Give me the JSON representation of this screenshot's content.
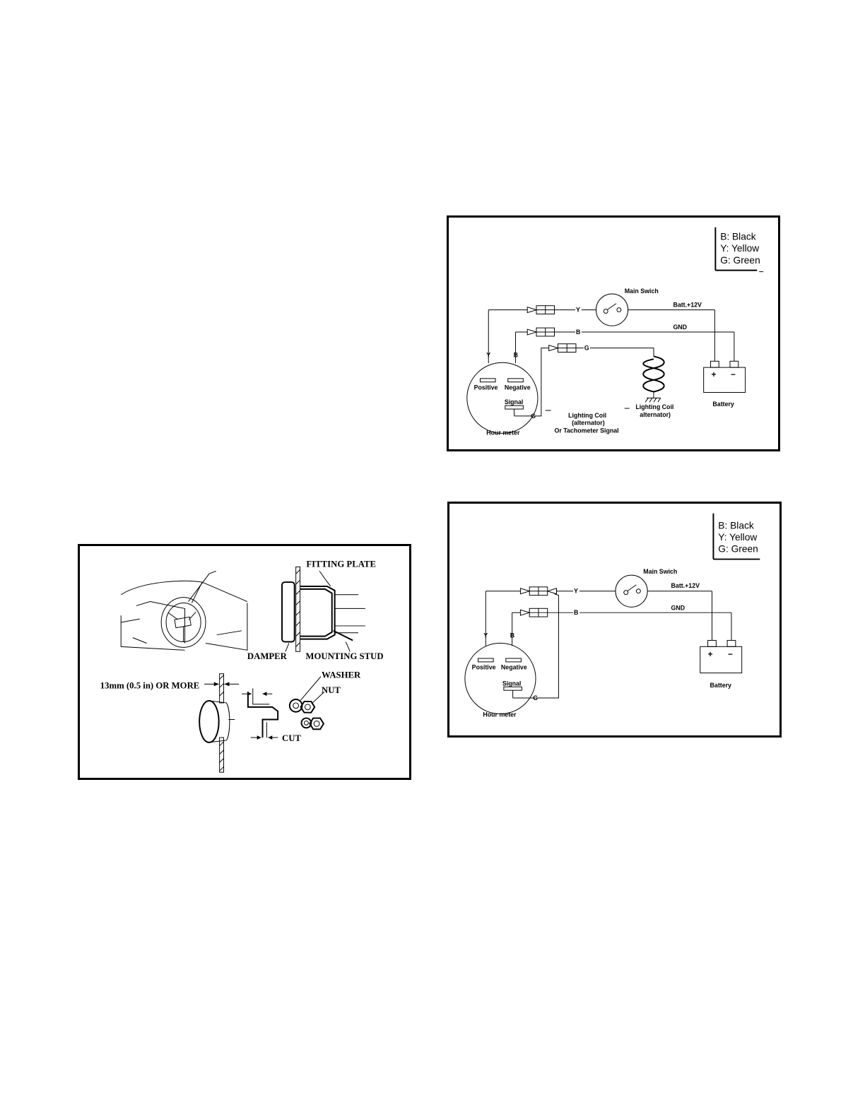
{
  "wiring_diagram_1": {
    "legend": [
      "B: Black",
      "Y: Yellow",
      "G: Green"
    ],
    "main_switch": "Main Swich",
    "batt": "Batt.+12V",
    "gnd": "GND",
    "wire_y": "Y",
    "wire_b": "B",
    "wire_g": "G",
    "positive": "Positive",
    "negative": "Negative",
    "signal": "Signal",
    "hour_meter": "Hour meter",
    "battery": "Battery",
    "plus": "+",
    "minus": "−",
    "coil_label_1": "Lighting Coil",
    "coil_label_2": "alternator)",
    "signal_source_1": "Lighting Coil",
    "signal_source_2": "(alternator)",
    "signal_source_3": "Or Tachometer Signal"
  },
  "wiring_diagram_2": {
    "legend": [
      "B: Black",
      "Y: Yellow",
      "G: Green"
    ],
    "main_switch": "Main Swich",
    "batt": "Batt.+12V",
    "gnd": "GND",
    "wire_y": "Y",
    "wire_b": "B",
    "wire_g": "G",
    "positive": "Positive",
    "negative": "Negative",
    "signal": "Signal",
    "hour_meter": "Hour meter",
    "battery": "Battery",
    "plus": "+",
    "minus": "−"
  },
  "mounting_diagram": {
    "fitting_plate": "FITTING PLATE",
    "damper": "DAMPER",
    "mounting_stud": "MOUNTING STUD",
    "washer": "WASHER",
    "nut": "NUT",
    "clearance": "13mm (0.5 in) OR MORE",
    "cut": "CUT"
  }
}
